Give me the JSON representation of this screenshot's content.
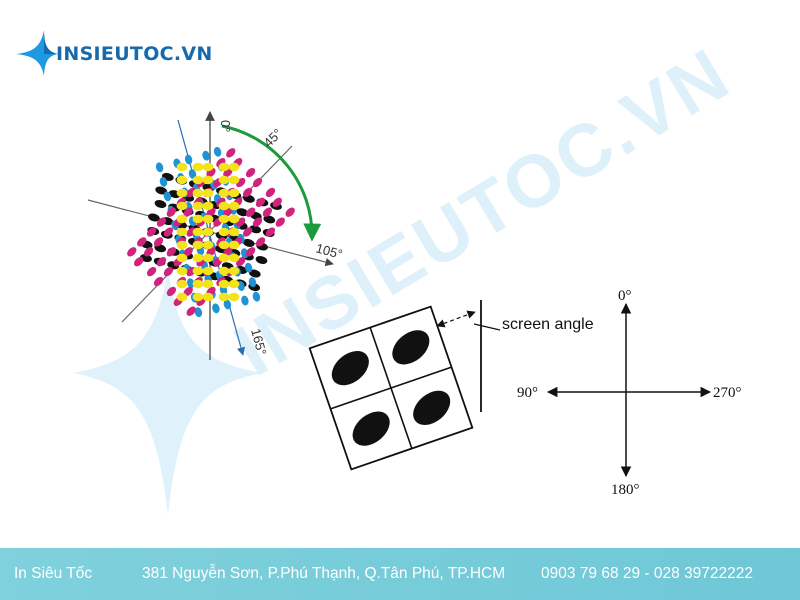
{
  "brand": {
    "logo_text": "INSIEUTOC.VN",
    "watermark_text": "INSIEUTOC.VN",
    "icon": "sparkle-star-icon",
    "colors": {
      "primary": "#1769ad",
      "star": "#1e9be0",
      "watermark": "#cfeaf6"
    }
  },
  "rosette": {
    "angle_labels": [
      "0°",
      "45°",
      "105°",
      "165°"
    ],
    "colors": {
      "cyan": "#1f93d6",
      "magenta": "#d0237e",
      "yellow": "#f4e21c",
      "black": "#111111",
      "rotation_arrow": "#1d9a3c"
    }
  },
  "screen_diagram": {
    "label": "screen angle"
  },
  "compass": {
    "top": "0°",
    "left": "90°",
    "right": "270°",
    "bottom": "180°"
  },
  "footer": {
    "brand": "In Siêu Tốc",
    "address": "381 Nguyễn Sơn, P.Phú Thạnh, Q.Tân Phú, TP.HCM",
    "phones": "0903 79 68 29 - 028 39722222",
    "background": "#73cad8"
  }
}
